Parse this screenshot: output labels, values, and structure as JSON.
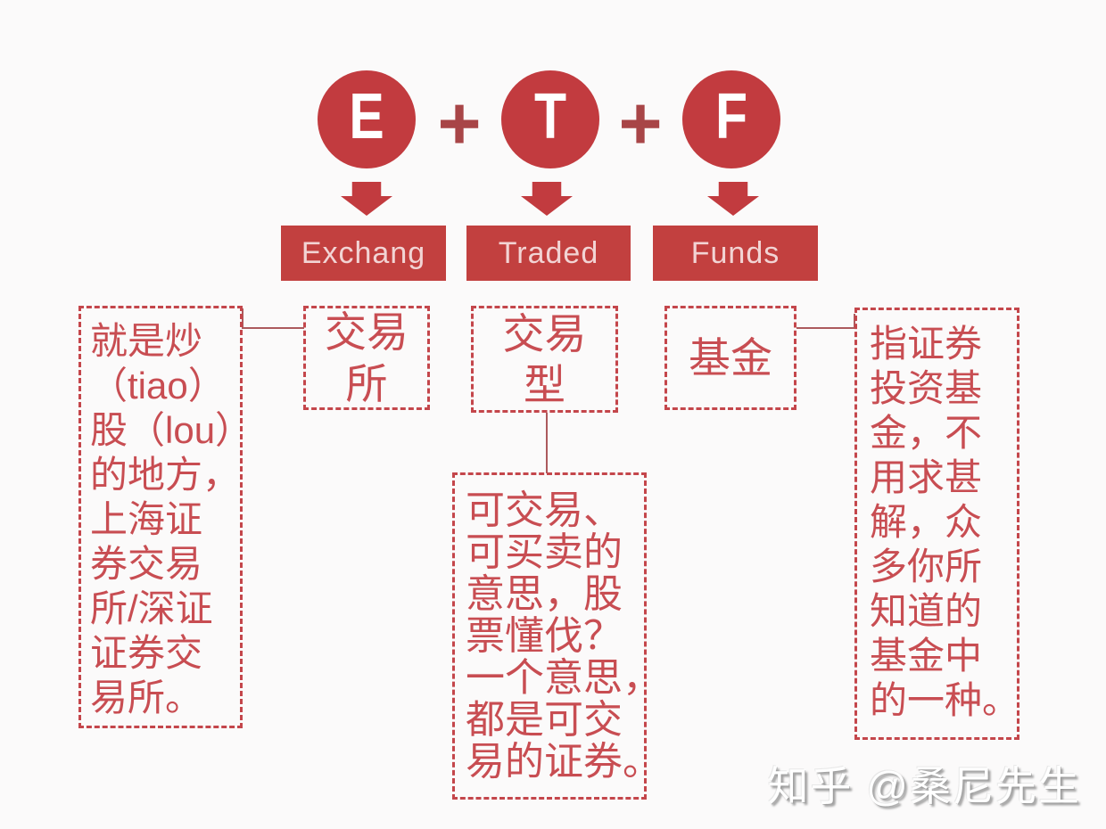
{
  "acronym": {
    "letters": [
      "E",
      "T",
      "F"
    ],
    "plus": "+",
    "words": [
      "Exchang",
      "Traded",
      "Funds"
    ]
  },
  "terms": {
    "exchange": "交易\n所",
    "traded": "交易\n型",
    "funds": "基金"
  },
  "notes": {
    "exchange": "就是炒\n（tiao）\n股（lou）\n的地方，\n上海证\n券交易\n所/深证\n证券交\n易所。",
    "traded": "可交易、\n可买卖的\n意思，股\n票懂伐？\n一个意思，\n都是可交\n易的证券。",
    "funds": "指证券\n投资基\n金，不\n用求甚\n解，众\n多你所\n知道的\n基金中\n的一种。"
  },
  "watermark": "知乎 @桑尼先生",
  "colors": {
    "red": "#c23b3f",
    "dash_red": "#c4464b",
    "text_red": "#c84d52",
    "plus_red": "#a84547",
    "label_text": "#f2d4d4",
    "background": "#fbfafa"
  }
}
